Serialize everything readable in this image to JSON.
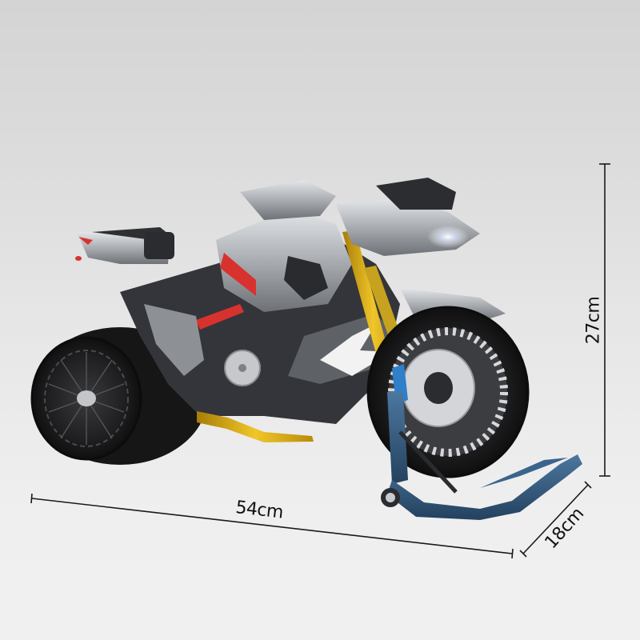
{
  "image": {
    "subject": "Building-brick motorcycle model on blue front-wheel paddock stand",
    "background": "light grey gradient",
    "colors": {
      "background_top": "#d4d4d4",
      "background_bottom": "#f0f0f0",
      "body_dark": "#3a3b3e",
      "body_grey": "#6b6e73",
      "chrome_silver": "#b9bcc0",
      "accent_red": "#d8322e",
      "fork_gold": "#d9a514",
      "exhaust_yellow": "#e8c21a",
      "stand_blue": "#2f5478",
      "tire_black": "#1d1d1f",
      "dimension_line": "#1a1a1a"
    }
  },
  "dimensions": {
    "length": {
      "label": "54cm",
      "value": 54,
      "unit": "cm"
    },
    "height": {
      "label": "27cm",
      "value": 27,
      "unit": "cm"
    },
    "width": {
      "label": "18cm",
      "value": 18,
      "unit": "cm"
    }
  }
}
